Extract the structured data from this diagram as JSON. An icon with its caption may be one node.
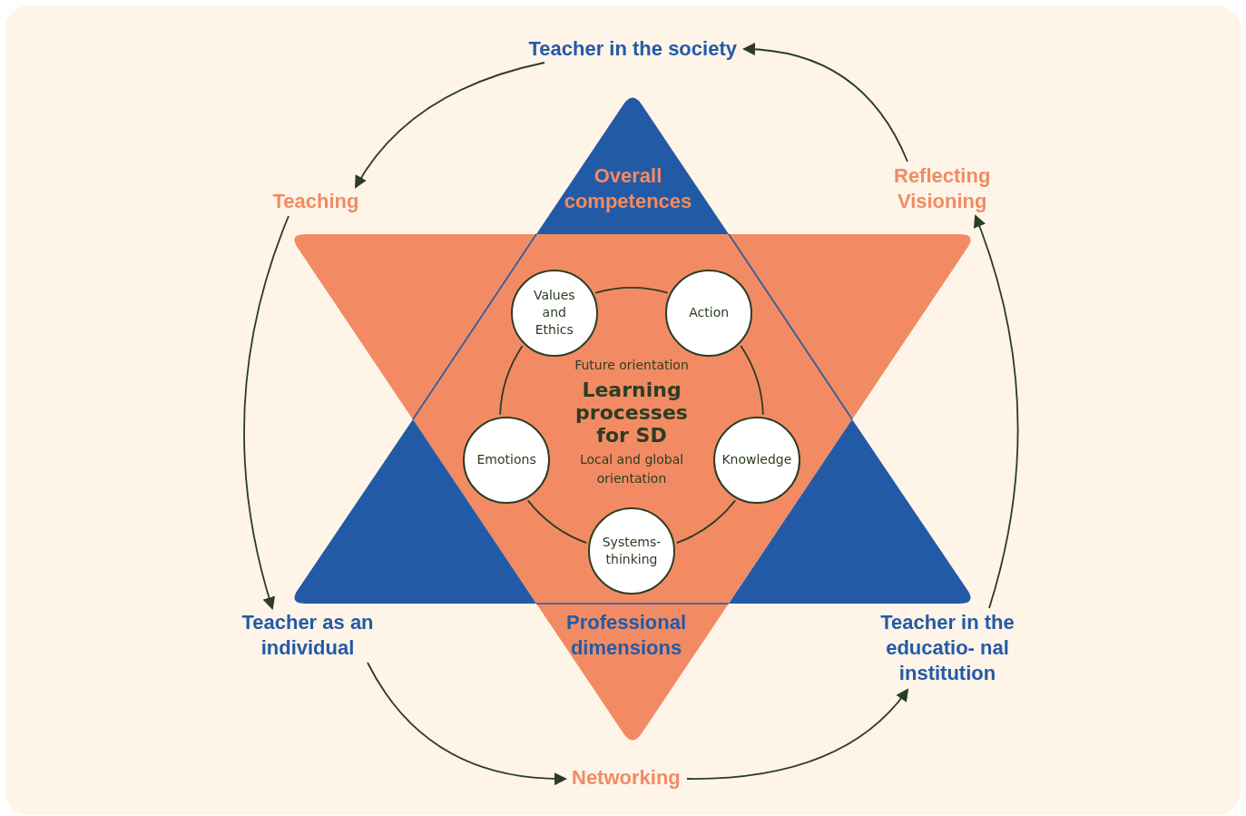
{
  "diagram": {
    "nodes": [
      {
        "text": [
          "Teacher in the society"
        ]
      },
      {
        "text": [
          "Teaching"
        ]
      },
      {
        "text": [
          "Reflecting",
          "Visioning"
        ]
      },
      {
        "text": [
          "Values and Ethics"
        ]
      },
      {
        "text": [
          "Action"
        ]
      },
      {
        "text": [
          "Future orientation",
          "Learning processes for SD",
          "Local and global orientation"
        ]
      },
      {
        "text": [
          "Emotions"
        ]
      },
      {
        "text": [
          "Knowledge"
        ]
      },
      {
        "text": [
          "Systems- thinking"
        ]
      },
      {
        "text": [
          "Teacher as an individual"
        ]
      },
      {
        "text": [
          "Teacher in the educatio- nal institution"
        ]
      },
      {
        "text": [
          "Networking"
        ]
      }
    ],
    "edges": [
      {
        "from": 0,
        "to": 1,
        "arrow": "to"
      },
      {
        "from": 1,
        "to": 9,
        "arrow": "to"
      },
      {
        "from": 9,
        "to": 11,
        "arrow": "to"
      },
      {
        "from": 11,
        "to": 10,
        "arrow": "to"
      },
      {
        "from": 10,
        "to": 2,
        "arrow": "to"
      },
      {
        "from": 2,
        "to": 0,
        "arrow": "to"
      },
      {
        "from": 3,
        "to": 4,
        "arrow": "none"
      },
      {
        "from": 4,
        "to": 7,
        "arrow": "none"
      },
      {
        "from": 7,
        "to": 8,
        "arrow": "none"
      },
      {
        "from": 8,
        "to": 6,
        "arrow": "none"
      },
      {
        "from": 6,
        "to": 3,
        "arrow": "none"
      }
    ],
    "labels": [
      "Overall competences",
      "Professional dimensions"
    ]
  }
}
